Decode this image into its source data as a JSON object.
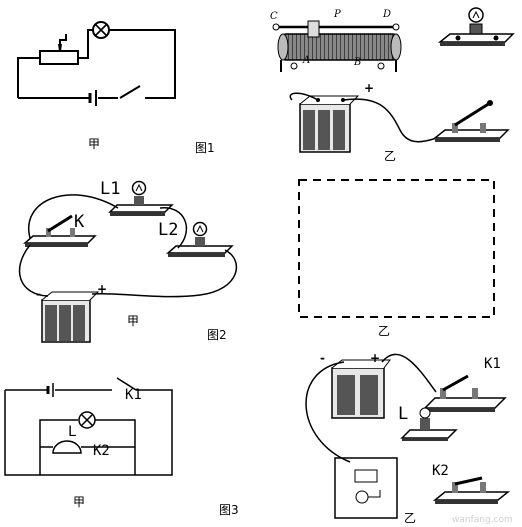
{
  "figure1": {
    "label_jia": "甲",
    "label_yi": "乙",
    "caption": "图1",
    "terminals": {
      "c": "C",
      "p": "P",
      "d": "D",
      "a": "A",
      "b": "B"
    },
    "plus": "+"
  },
  "figure2": {
    "label_jia": "甲",
    "label_yi": "乙",
    "caption": "图2",
    "lamp1": "L1",
    "lamp2": "L2",
    "switch": "K",
    "minus": "-",
    "plus": "+"
  },
  "figure3": {
    "label_jia": "甲",
    "label_yi": "乙",
    "caption": "图3",
    "switch1": "K1",
    "switch2": "K2",
    "lamp": "L",
    "minus": "-",
    "plus": "+"
  },
  "watermark": "wanfang.com"
}
